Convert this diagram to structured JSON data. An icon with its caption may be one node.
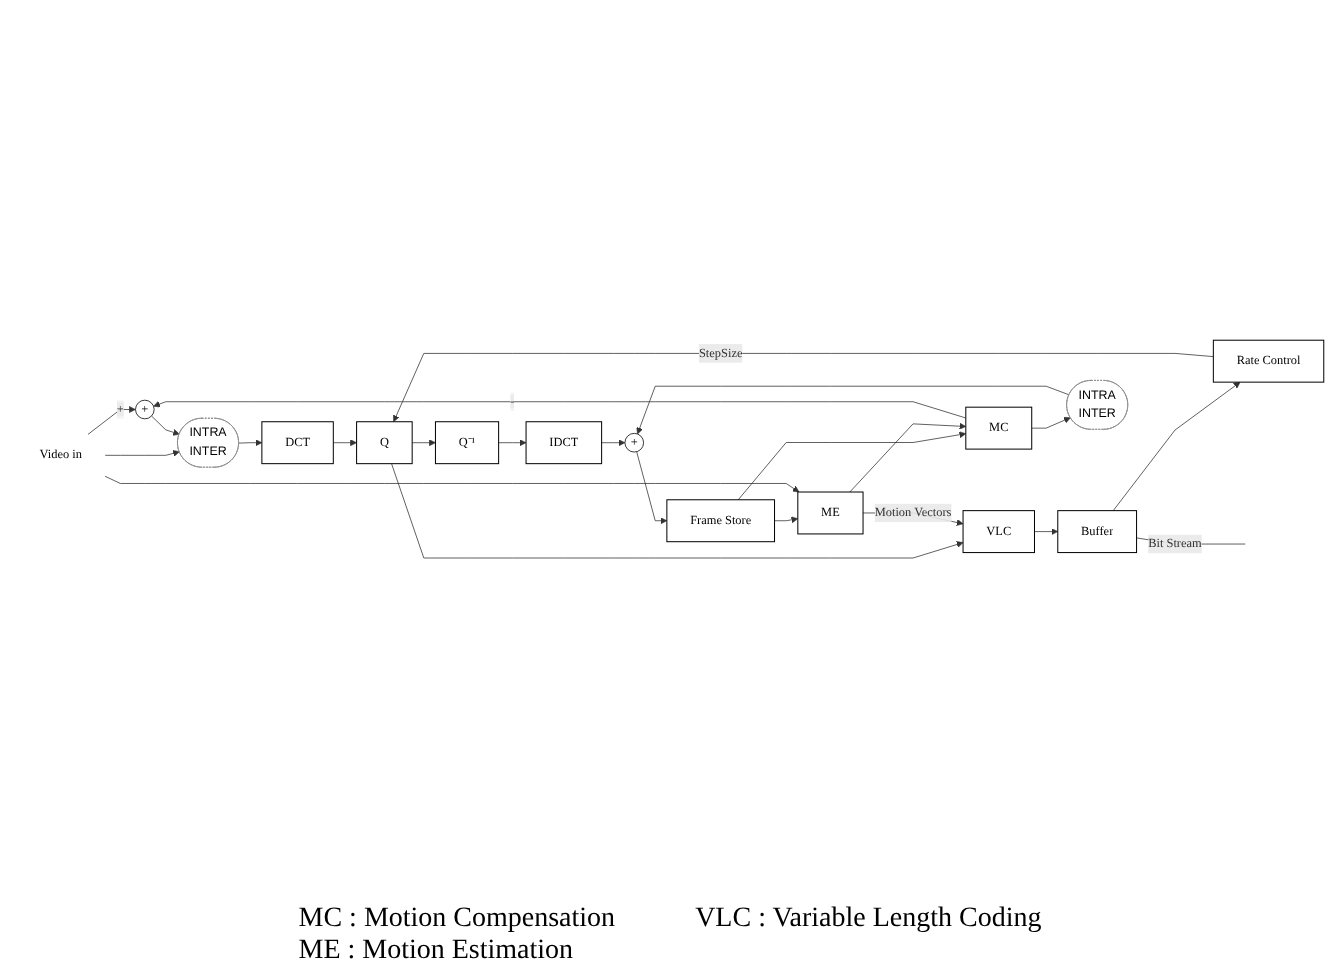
{
  "diagram": {
    "nodes": [
      {
        "text": [
          "Video in"
        ]
      },
      {
        "text": [
          "+"
        ]
      },
      {
        "text": [
          "INTRA",
          "INTER"
        ]
      },
      {
        "text": [
          "DCT"
        ]
      },
      {
        "text": [
          "Q"
        ]
      },
      {
        "text": [
          "Rate Control"
        ]
      },
      {
        "text": [
          "Q⁻¹"
        ]
      },
      {
        "text": [
          "IDCT"
        ]
      },
      {
        "text": [
          "VLC"
        ]
      },
      {
        "text": [
          "Buffer"
        ]
      },
      {
        "text": [
          "+"
        ]
      },
      {
        "text": [
          "INTRA",
          "INTER"
        ]
      },
      {
        "text": [
          "Frame Store"
        ]
      },
      {
        "text": [
          "MC"
        ]
      },
      {
        "text": [
          "ME"
        ]
      }
    ],
    "edges": [
      {
        "from": 0,
        "to": 1,
        "arrow": "to",
        "label": "+"
      },
      {
        "from": 0,
        "to": 2,
        "arrow": "to"
      },
      {
        "from": 1,
        "to": 2,
        "arrow": "to"
      },
      {
        "from": 2,
        "to": 3,
        "arrow": "to"
      },
      {
        "from": 3,
        "to": 4,
        "arrow": "to"
      },
      {
        "from": 5,
        "to": 4,
        "arrow": "to",
        "label": "StepSize"
      },
      {
        "from": 4,
        "to": 8,
        "arrow": "to"
      },
      {
        "from": 4,
        "to": 6,
        "arrow": "to"
      },
      {
        "from": 6,
        "to": 7,
        "arrow": "to"
      },
      {
        "from": 7,
        "to": 10,
        "arrow": "to"
      },
      {
        "from": 8,
        "to": 9,
        "arrow": "to"
      },
      {
        "from": 9,
        "to": 5,
        "arrow": "to"
      },
      {
        "from": 9,
        "to": null,
        "arrow": "none",
        "label": "Bit Stream"
      },
      {
        "from": 10,
        "to": 12,
        "arrow": "to"
      },
      {
        "from": 12,
        "to": 13,
        "arrow": "to"
      },
      {
        "from": 12,
        "to": 14,
        "arrow": "to"
      },
      {
        "from": 0,
        "to": 14,
        "arrow": "to"
      },
      {
        "from": 14,
        "to": 13,
        "arrow": "to"
      },
      {
        "from": 14,
        "to": 8,
        "arrow": "to",
        "label": "Motion Vectors"
      },
      {
        "from": 13,
        "to": 1,
        "arrow": "to",
        "label": "-"
      },
      {
        "from": 13,
        "to": 11,
        "arrow": "to"
      },
      {
        "from": 11,
        "to": 10,
        "arrow": "to"
      }
    ],
    "labels": [
      "MC : Motion Compensation",
      "ME : Motion Estimation",
      "VLC : Variable Length Coding"
    ]
  }
}
